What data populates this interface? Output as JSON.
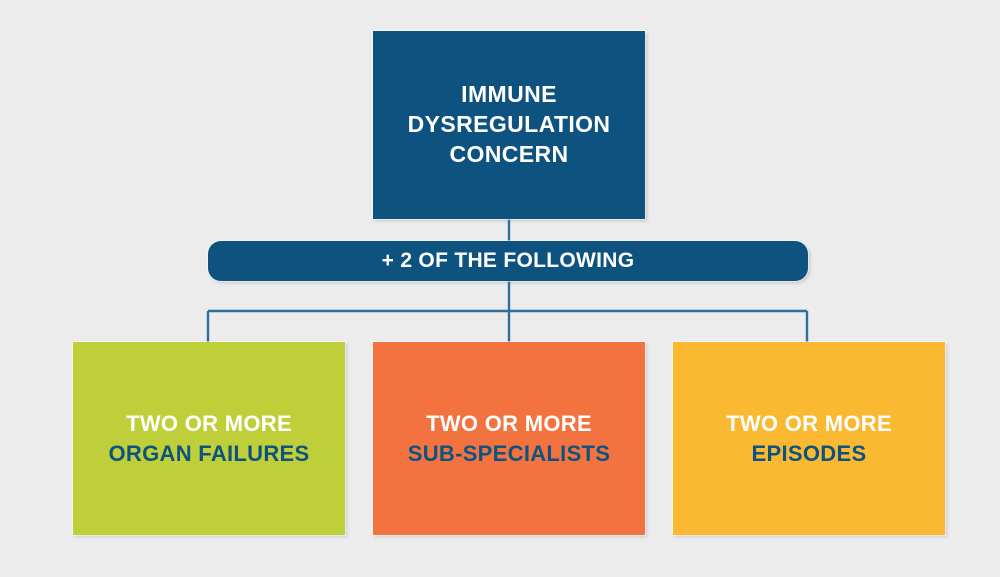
{
  "diagram": {
    "type": "flowchart",
    "background_color": "#ececec",
    "connector_color": "#2e6f9e",
    "root": {
      "name": "immune-dysregulation-concern",
      "lines": [
        "IMMUNE",
        "DYSREGULATION",
        "CONCERN"
      ],
      "fill_color": "#0e5380",
      "text_color": "#ffffff"
    },
    "qualifier": {
      "name": "plus-two-of-the-following",
      "label": "+ 2 OF THE FOLLOWING",
      "fill_color": "#0e5380",
      "text_color": "#ffffff"
    },
    "criteria": [
      {
        "name": "organ-failures",
        "line_primary": "TWO OR MORE",
        "line_secondary": "ORGAN FAILURES",
        "fill_color": "#bfcf39",
        "primary_text_color": "#ffffff",
        "secondary_text_color": "#0e5380"
      },
      {
        "name": "sub-specialists",
        "line_primary": "TWO OR MORE",
        "line_secondary": "SUB-SPECIALISTS",
        "fill_color": "#f2733f",
        "primary_text_color": "#ffffff",
        "secondary_text_color": "#0e5380"
      },
      {
        "name": "episodes",
        "line_primary": "TWO OR MORE",
        "line_secondary": "EPISODES",
        "fill_color": "#fbb831",
        "primary_text_color": "#ffffff",
        "secondary_text_color": "#0e5380"
      }
    ]
  }
}
